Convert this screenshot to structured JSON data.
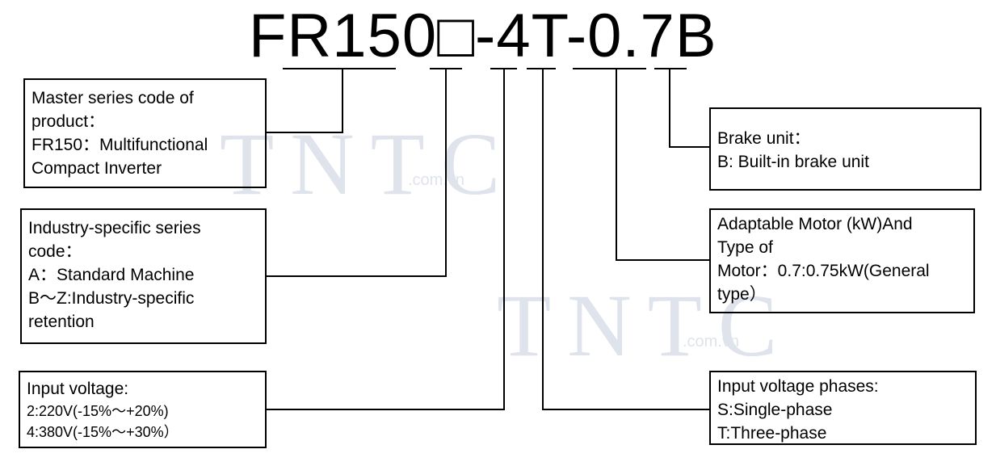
{
  "model_code": {
    "parts": [
      "FR150",
      "□",
      "-4",
      "T",
      "-0.7",
      "B"
    ]
  },
  "watermark": {
    "text": "TNTC",
    "sub": ".com.vn"
  },
  "boxes": {
    "master_series": {
      "lines": [
        "Master series code of",
        "product：",
        "FR150：Multifunctional",
        "Compact Inverter"
      ]
    },
    "industry_series": {
      "lines": [
        "Industry-specific series",
        "code：",
        "A：Standard Machine",
        "B～Z:Industry-specific",
        "retention"
      ]
    },
    "input_voltage": {
      "lines": [
        "Input voltage:",
        "2:220V(-15%～+20%)",
        "4:380V(-15%～+30%）"
      ]
    },
    "brake_unit": {
      "lines": [
        "Brake unit：",
        "B: Built-in brake unit"
      ]
    },
    "adaptable_motor": {
      "lines": [
        "Adaptable Motor (kW)And",
        "Type of",
        "Motor：0.7:0.75kW(General",
        "type）"
      ]
    },
    "voltage_phases": {
      "lines": [
        "Input voltage phases:",
        "S:Single-phase",
        "T:Three-phase"
      ]
    }
  }
}
